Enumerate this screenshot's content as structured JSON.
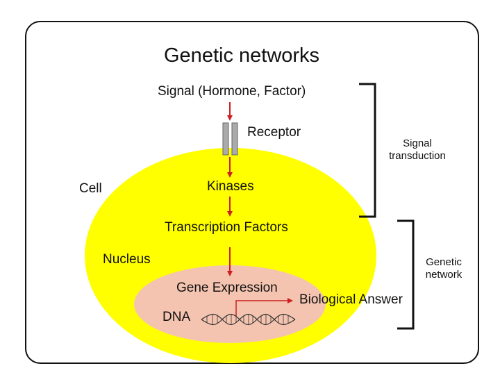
{
  "title": "Genetic networks",
  "signal": "Signal (Hormone, Factor)",
  "receptor": "Receptor",
  "cell": "Cell",
  "kinases": "Kinases",
  "transcription_factors": "Transcription Factors",
  "nucleus": "Nucleus",
  "gene_expression": "Gene Expression",
  "dna": "DNA",
  "biological_answer": "Biological Answer",
  "bracket_signal": {
    "line1": "Signal",
    "line2": "transduction"
  },
  "bracket_genetic": {
    "line1": "Genetic",
    "line2": "network"
  },
  "colors": {
    "cell": "#ffff00",
    "nucleus": "#f5c4b0",
    "arrow": "#cc1f1f",
    "receptor": "#aaaaaa"
  }
}
